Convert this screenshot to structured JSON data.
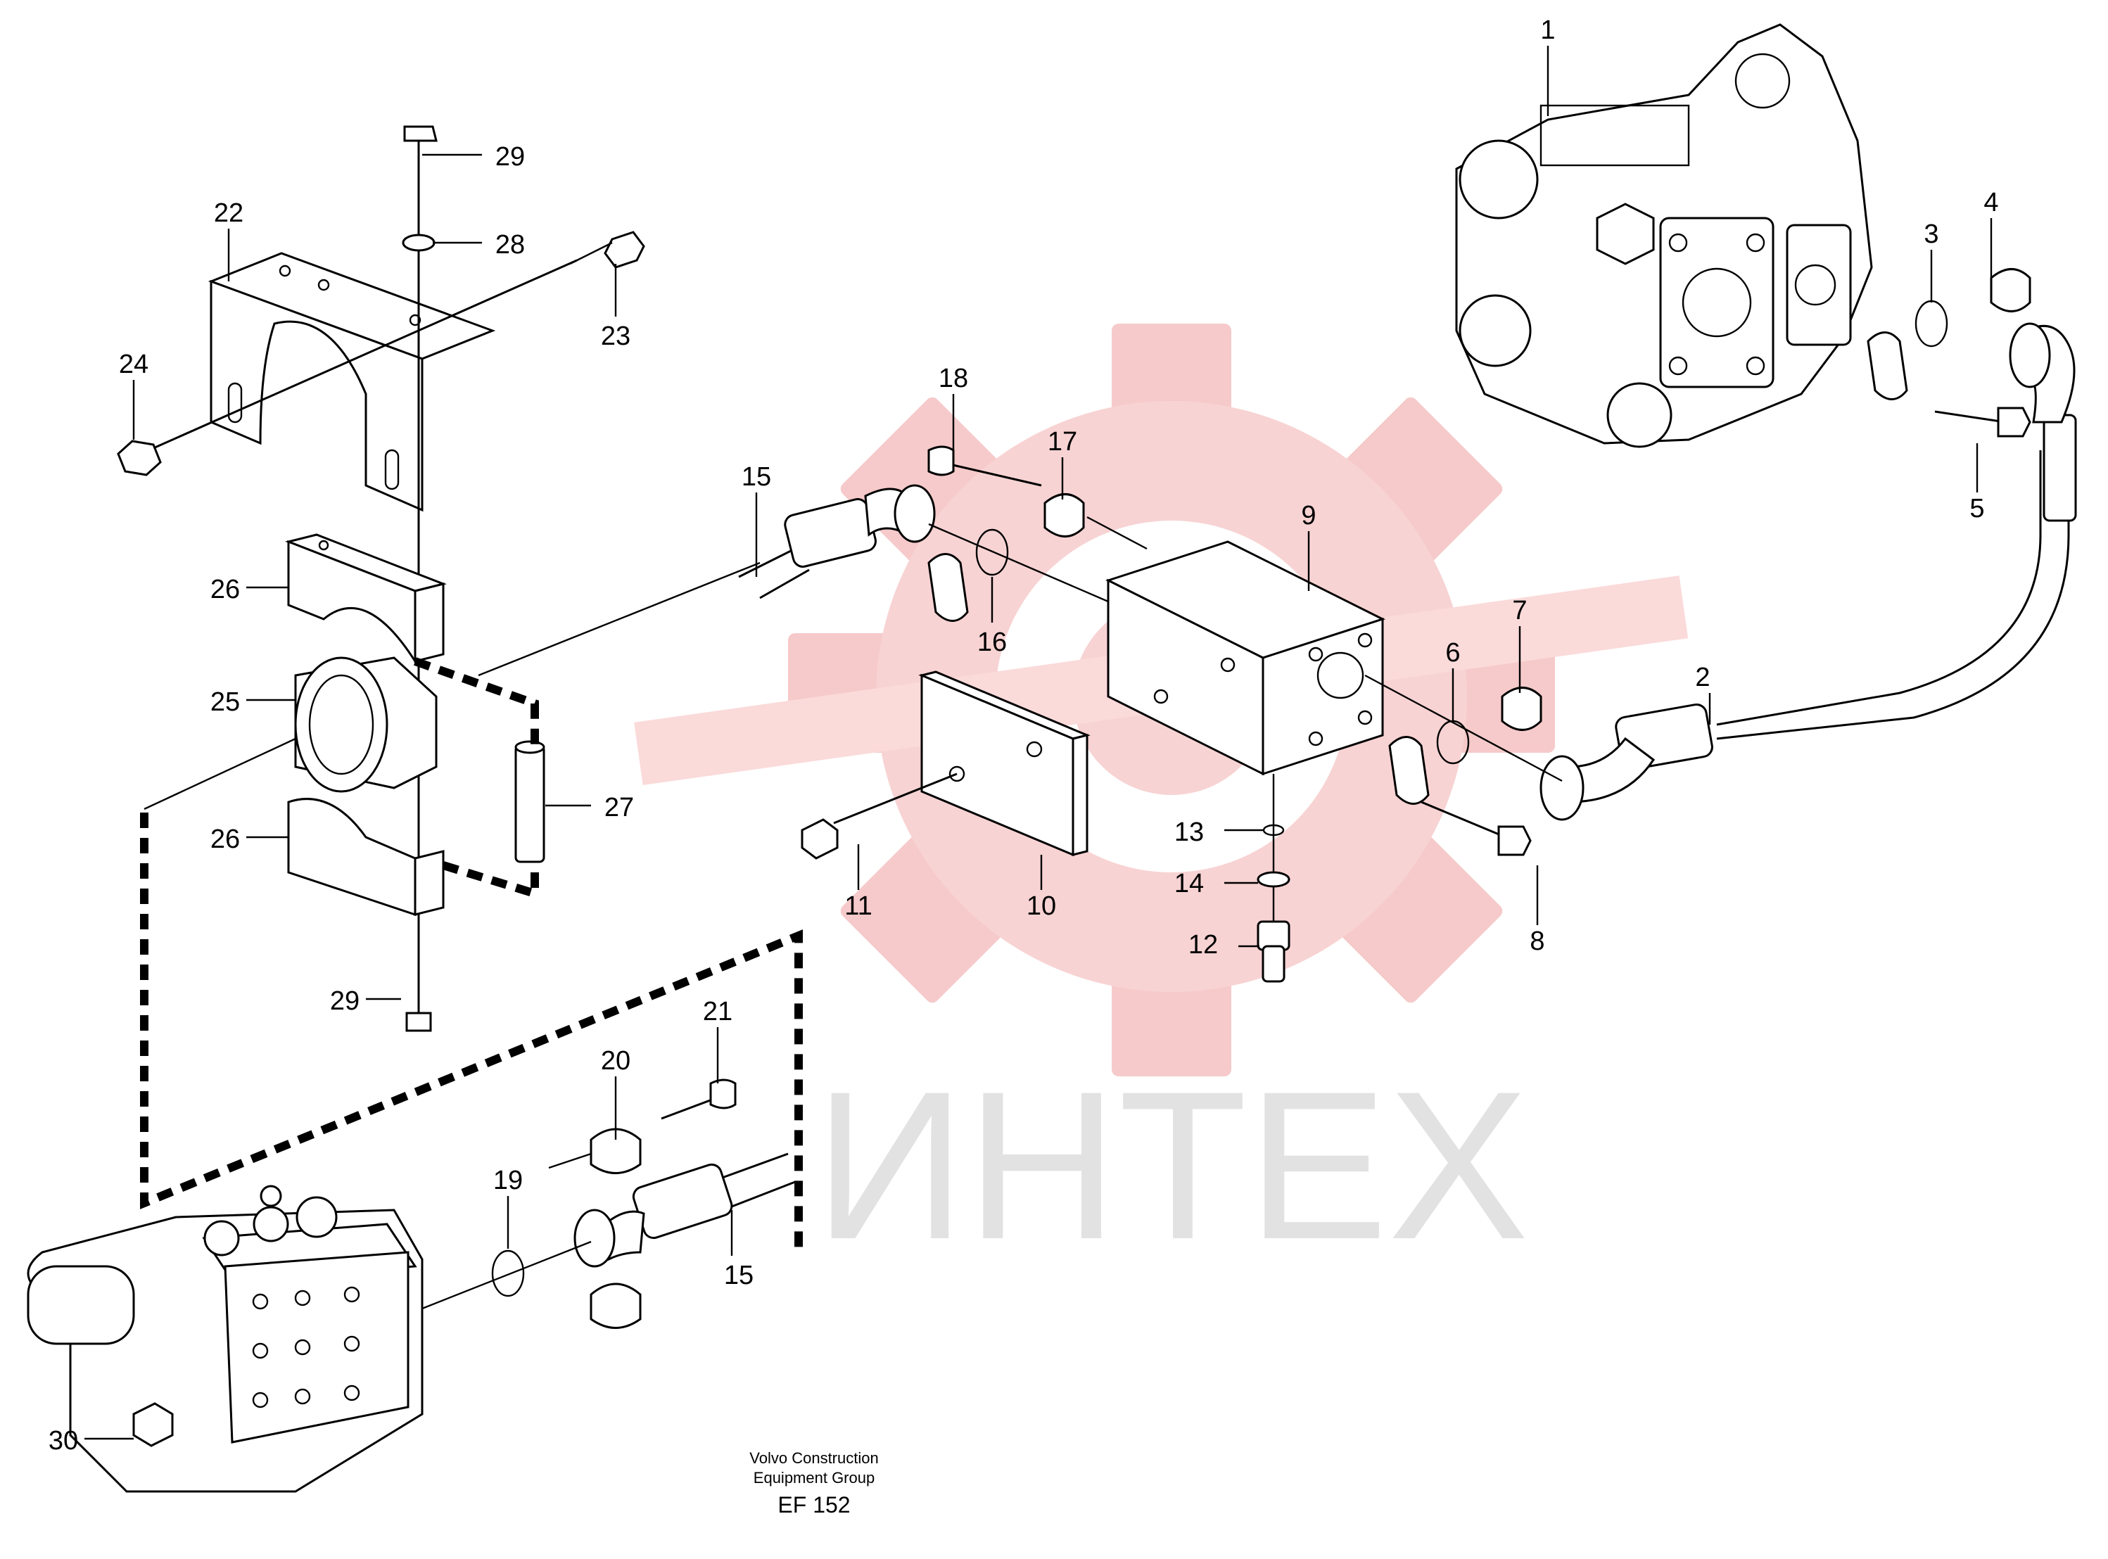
{
  "labels": {
    "p1": "1",
    "p2": "2",
    "p3": "3",
    "p4": "4",
    "p5": "5",
    "p6": "6",
    "p7": "7",
    "p8": "8",
    "p9": "9",
    "p10": "10",
    "p11": "11",
    "p12": "12",
    "p13": "13",
    "p14": "14",
    "p15a": "15",
    "p15b": "15",
    "p16": "16",
    "p17": "17",
    "p18": "18",
    "p19": "19",
    "p20": "20",
    "p21": "21",
    "p22": "22",
    "p23": "23",
    "p24": "24",
    "p25": "25",
    "p26a": "26",
    "p26b": "26",
    "p27": "27",
    "p28": "28",
    "p29a": "29",
    "p29b": "29",
    "p30": "30"
  },
  "watermark": {
    "text": "ИНТЕХ",
    "color": "#d9d9d9",
    "logo_color": "#f4c0c0"
  },
  "footer": {
    "line1": "Volvo Construction",
    "line2": "Equipment Group",
    "ref": "EF 152"
  }
}
